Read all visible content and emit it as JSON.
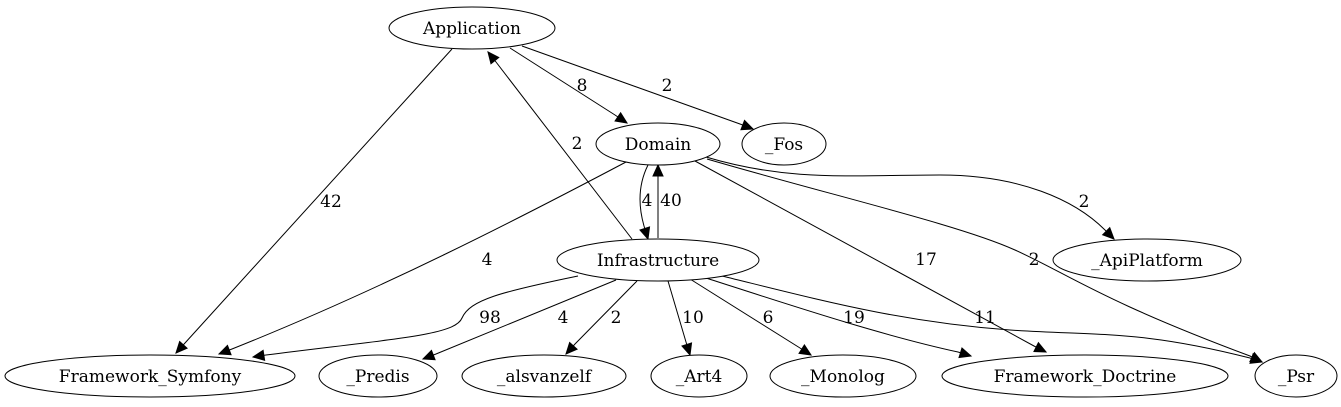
{
  "graph": {
    "nodes": [
      {
        "id": "application",
        "label": "Application"
      },
      {
        "id": "domain",
        "label": "Domain"
      },
      {
        "id": "fos",
        "label": "_Fos"
      },
      {
        "id": "infrastructure",
        "label": "Infrastructure"
      },
      {
        "id": "apiplatform",
        "label": "_ApiPlatform"
      },
      {
        "id": "framework_symfony",
        "label": "Framework_Symfony"
      },
      {
        "id": "predis",
        "label": "_Predis"
      },
      {
        "id": "alsvanzelf",
        "label": "_alsvanzelf"
      },
      {
        "id": "art4",
        "label": "_Art4"
      },
      {
        "id": "monolog",
        "label": "_Monolog"
      },
      {
        "id": "framework_doctrine",
        "label": "Framework_Doctrine"
      },
      {
        "id": "psr",
        "label": "_Psr"
      }
    ],
    "edges": [
      {
        "from": "application",
        "to": "domain",
        "label": "8"
      },
      {
        "from": "application",
        "to": "fos",
        "label": "2"
      },
      {
        "from": "application",
        "to": "framework_symfony",
        "label": "42"
      },
      {
        "from": "infrastructure",
        "to": "application",
        "label": "2"
      },
      {
        "from": "domain",
        "to": "infrastructure",
        "label": "4"
      },
      {
        "from": "infrastructure",
        "to": "domain",
        "label": "40"
      },
      {
        "from": "domain",
        "to": "apiplatform",
        "label": "2"
      },
      {
        "from": "domain",
        "to": "framework_symfony",
        "label": "4"
      },
      {
        "from": "domain",
        "to": "framework_doctrine",
        "label": "17"
      },
      {
        "from": "domain",
        "to": "psr",
        "label": "2"
      },
      {
        "from": "infrastructure",
        "to": "framework_symfony",
        "label": "98"
      },
      {
        "from": "infrastructure",
        "to": "predis",
        "label": "4"
      },
      {
        "from": "infrastructure",
        "to": "alsvanzelf",
        "label": "2"
      },
      {
        "from": "infrastructure",
        "to": "art4",
        "label": "10"
      },
      {
        "from": "infrastructure",
        "to": "monolog",
        "label": "6"
      },
      {
        "from": "infrastructure",
        "to": "framework_doctrine",
        "label": "19"
      },
      {
        "from": "infrastructure",
        "to": "psr",
        "label": "11"
      }
    ]
  }
}
